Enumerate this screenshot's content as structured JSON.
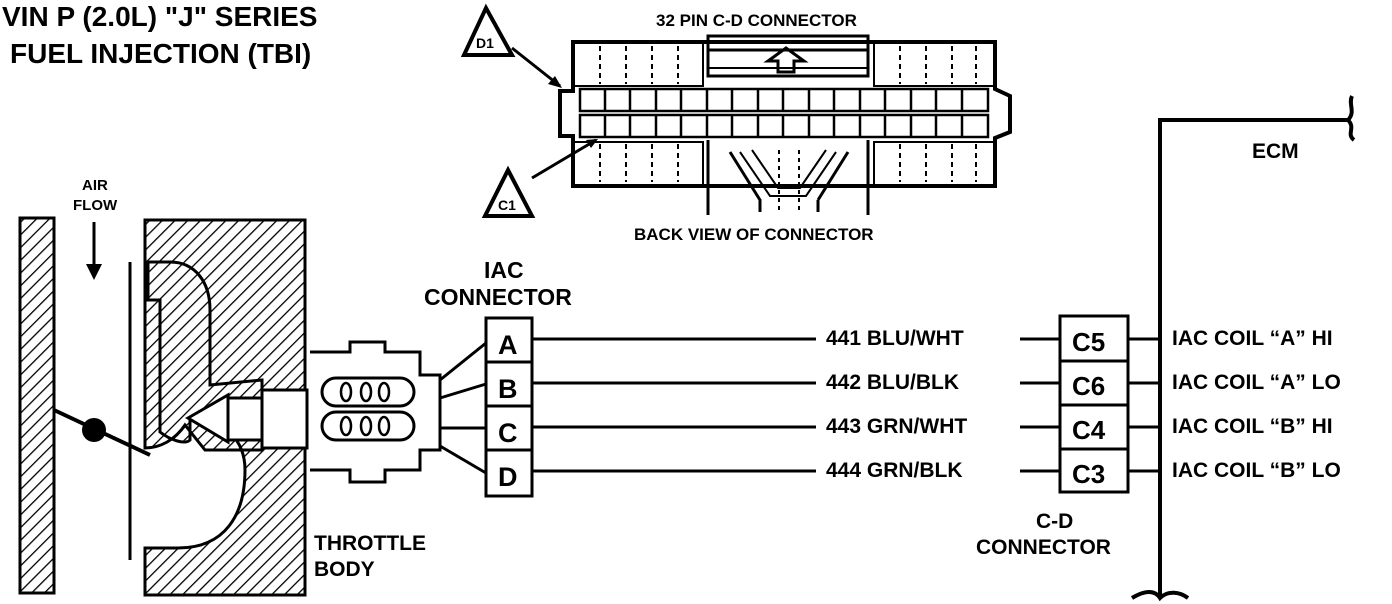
{
  "title": {
    "line1": "VIN P (2.0L) \"J\" SERIES",
    "line2": "FUEL INJECTION (TBI)"
  },
  "cd32": {
    "title": "32 PIN C-D  CONNECTOR",
    "caption": "BACK VIEW OF CONNECTOR",
    "marker_d1": "D1",
    "marker_c1": "C1"
  },
  "airflow": {
    "line1": "AIR",
    "line2": "FLOW"
  },
  "throttle": {
    "line1": "THROTTLE",
    "line2": "BODY"
  },
  "iac": {
    "line1": "IAC",
    "line2": "CONNECTOR"
  },
  "ecm": "ECM",
  "cd_connector": {
    "line1": "C-D",
    "line2": "CONNECTOR"
  },
  "circuits": [
    {
      "pin": "A",
      "wire": "441 BLU/WHT",
      "cd_pin": "C5",
      "function": "IAC COIL “A” HI"
    },
    {
      "pin": "B",
      "wire": "442 BLU/BLK",
      "cd_pin": "C6",
      "function": "IAC COIL “A” LO"
    },
    {
      "pin": "C",
      "wire": "443 GRN/WHT",
      "cd_pin": "C4",
      "function": "IAC COIL “B” HI"
    },
    {
      "pin": "D",
      "wire": "444 GRN/BLK",
      "cd_pin": "C3",
      "function": "IAC COIL “B” LO"
    }
  ]
}
